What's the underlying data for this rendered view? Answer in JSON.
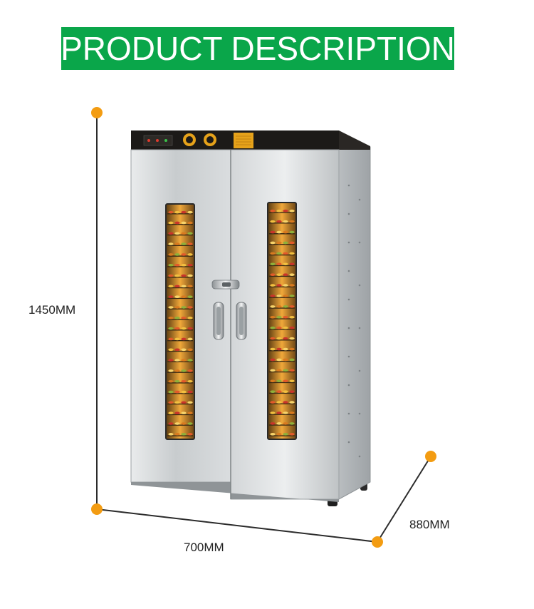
{
  "header": {
    "title": "PRODUCT DESCRIPTION"
  },
  "dimensions": {
    "height_label": "1450MM",
    "width_label": "700MM",
    "depth_label": "880MM"
  },
  "product": {
    "type": "stainless steel double-door food dehydrator cabinet",
    "trays_per_window": 22
  },
  "colors": {
    "banner": "#0aa64a",
    "dimension_marker": "#f39c12",
    "dimension_line": "#2b2b2b",
    "steel": "#c9ccce",
    "control_panel": "#1c1a18",
    "control_display": "#e6a21a"
  }
}
